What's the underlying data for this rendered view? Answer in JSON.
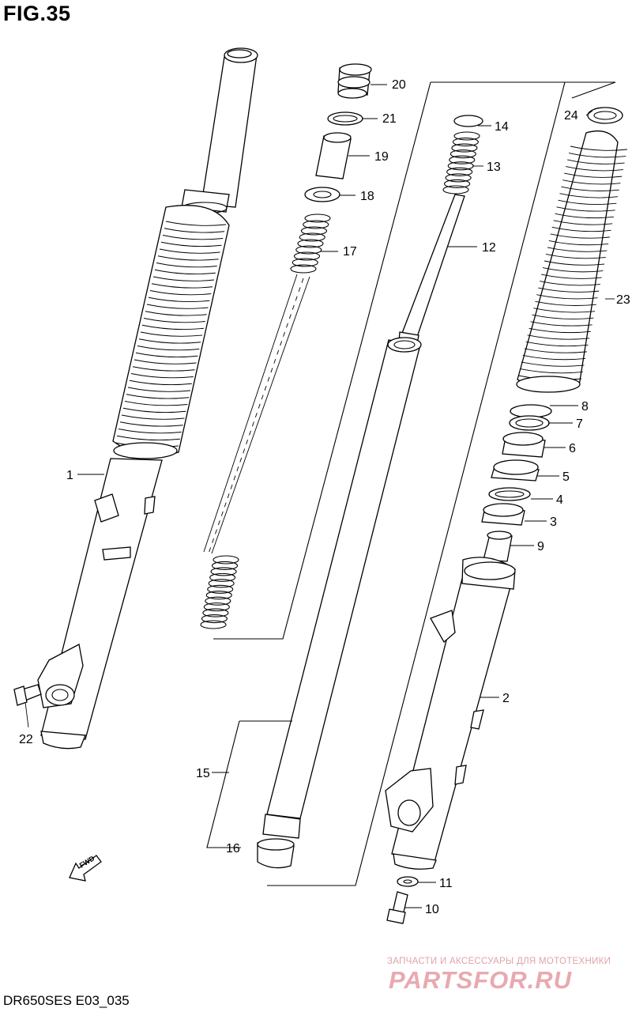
{
  "figure": {
    "title": "FIG.35",
    "code": "DR650SES E03_035"
  },
  "direction_marker": {
    "label": "FWD",
    "icon": "arrow-front-icon"
  },
  "callouts": [
    {
      "id": "1",
      "label": "1"
    },
    {
      "id": "2",
      "label": "2"
    },
    {
      "id": "3",
      "label": "3"
    },
    {
      "id": "4",
      "label": "4"
    },
    {
      "id": "5",
      "label": "5"
    },
    {
      "id": "6",
      "label": "6"
    },
    {
      "id": "7",
      "label": "7"
    },
    {
      "id": "8",
      "label": "8"
    },
    {
      "id": "9",
      "label": "9"
    },
    {
      "id": "10",
      "label": "10"
    },
    {
      "id": "11",
      "label": "11"
    },
    {
      "id": "12",
      "label": "12"
    },
    {
      "id": "13",
      "label": "13"
    },
    {
      "id": "14",
      "label": "14"
    },
    {
      "id": "15",
      "label": "15"
    },
    {
      "id": "16",
      "label": "16"
    },
    {
      "id": "17",
      "label": "17"
    },
    {
      "id": "18",
      "label": "18"
    },
    {
      "id": "19",
      "label": "19"
    },
    {
      "id": "20",
      "label": "20"
    },
    {
      "id": "21",
      "label": "21"
    },
    {
      "id": "22",
      "label": "22"
    },
    {
      "id": "23",
      "label": "23"
    },
    {
      "id": "24",
      "label": "24"
    }
  ],
  "watermark": {
    "tagline": "ЗАПЧАСТИ И АКСЕССУАРЫ ДЛЯ МОТОТЕХНИКИ",
    "brand": "PARTSFOR.RU"
  }
}
